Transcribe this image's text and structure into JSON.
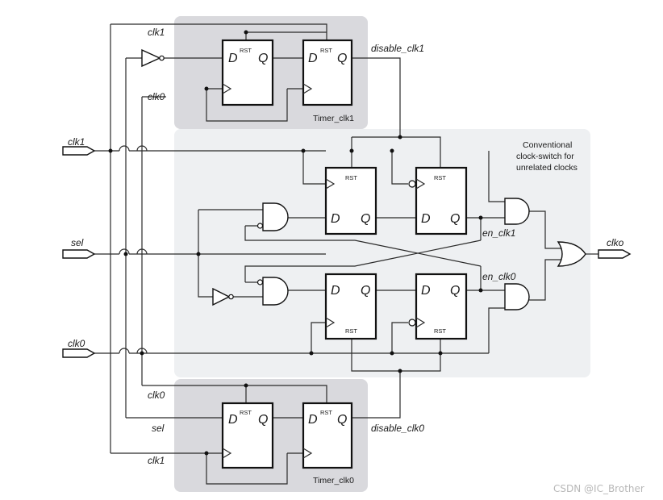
{
  "signals": {
    "clk1": "clk1",
    "clk0": "clk0",
    "sel": "sel",
    "clko": "clko",
    "en_clk1": "en_clk1",
    "en_clk0": "en_clk0",
    "disable_clk1": "disable_clk1",
    "disable_clk0": "disable_clk0"
  },
  "timer_top": {
    "label": "Timer_clk1",
    "clk_label": "clk1",
    "clk0_label": "clk0"
  },
  "timer_bottom": {
    "label": "Timer_clk0",
    "clk0_label": "clk0",
    "sel_label": "sel",
    "clk1_label": "clk1"
  },
  "conventional_box": {
    "line1": "Conventional",
    "line2": "clock-switch for",
    "line3": "unrelated clocks"
  },
  "ff_labels": {
    "d": "D",
    "q": "Q",
    "rst": "RST"
  },
  "watermark": "CSDN @IC_Brother",
  "colors": {
    "timer_box": "#d9d9dd",
    "conventional_box": "#eef0f2",
    "wire": "#2a2a2a"
  }
}
